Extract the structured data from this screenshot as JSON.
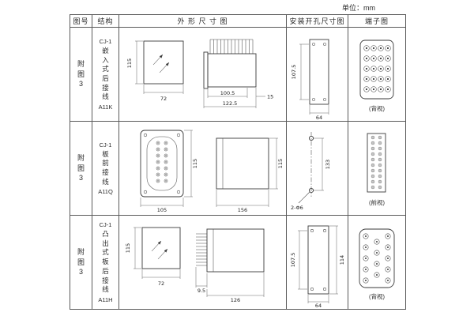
{
  "unit_label": "单位：mm",
  "table": {
    "headers": [
      "图号",
      "结构",
      "外 形 尺 寸 图",
      "安装开孔尺寸图",
      "端子图"
    ],
    "rows": [
      {
        "fig_no": "附图3",
        "model": "CJ-1",
        "structure": "嵌入式后接线",
        "code": "A11K",
        "outline": {
          "height": "115",
          "width": "72",
          "body": "100.5",
          "overall": "122.5",
          "flange": "15"
        },
        "mount": {
          "height": "107.5",
          "width": "64"
        },
        "terminal": {
          "caption": "(背视)"
        }
      },
      {
        "fig_no": "附图3",
        "model": "CJ-1",
        "structure": "板前接线",
        "code": "A11Q",
        "outline": {
          "height": "115",
          "width": "105",
          "depth": "156",
          "side_height": "115"
        },
        "mount": {
          "spacing": "133",
          "holes": "2-Φ6"
        },
        "terminal": {
          "caption": "(前视)"
        }
      },
      {
        "fig_no": "附图3",
        "model": "CJ-1",
        "structure": "凸出式板后接线",
        "code": "A11H",
        "outline": {
          "height": "115",
          "width": "72",
          "pin": "9.5",
          "depth": "126"
        },
        "mount": {
          "height": "107.5",
          "outer": "114",
          "width": "64"
        },
        "terminal": {
          "caption": "(背视)"
        }
      }
    ]
  }
}
